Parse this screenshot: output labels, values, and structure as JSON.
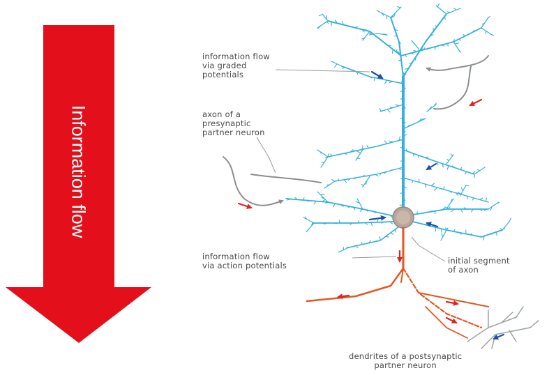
{
  "arrow": {
    "label": "Information flow",
    "color": "#e3101b"
  },
  "labels": {
    "graded": [
      "information flow",
      "via graded",
      "potentials"
    ],
    "presynaptic": [
      "axon of a",
      "presynaptic",
      "partner neuron"
    ],
    "action": [
      "information flow",
      "via action potentials"
    ],
    "initial_segment": [
      "initial segment",
      "of axon"
    ],
    "postsynaptic": [
      "dendrites of a postsynaptic",
      "partner neuron"
    ]
  },
  "colors": {
    "dendrite": "#33b0dc",
    "axon": "#e5571f",
    "partner_axon": "#8a8f8c",
    "soma": "#b9a59a",
    "flow_blue": "#1f4fa8",
    "flow_red": "#e0231f",
    "label_line": "#9a9a9a",
    "postsynaptic_dendrite": "#9aa4a2"
  }
}
